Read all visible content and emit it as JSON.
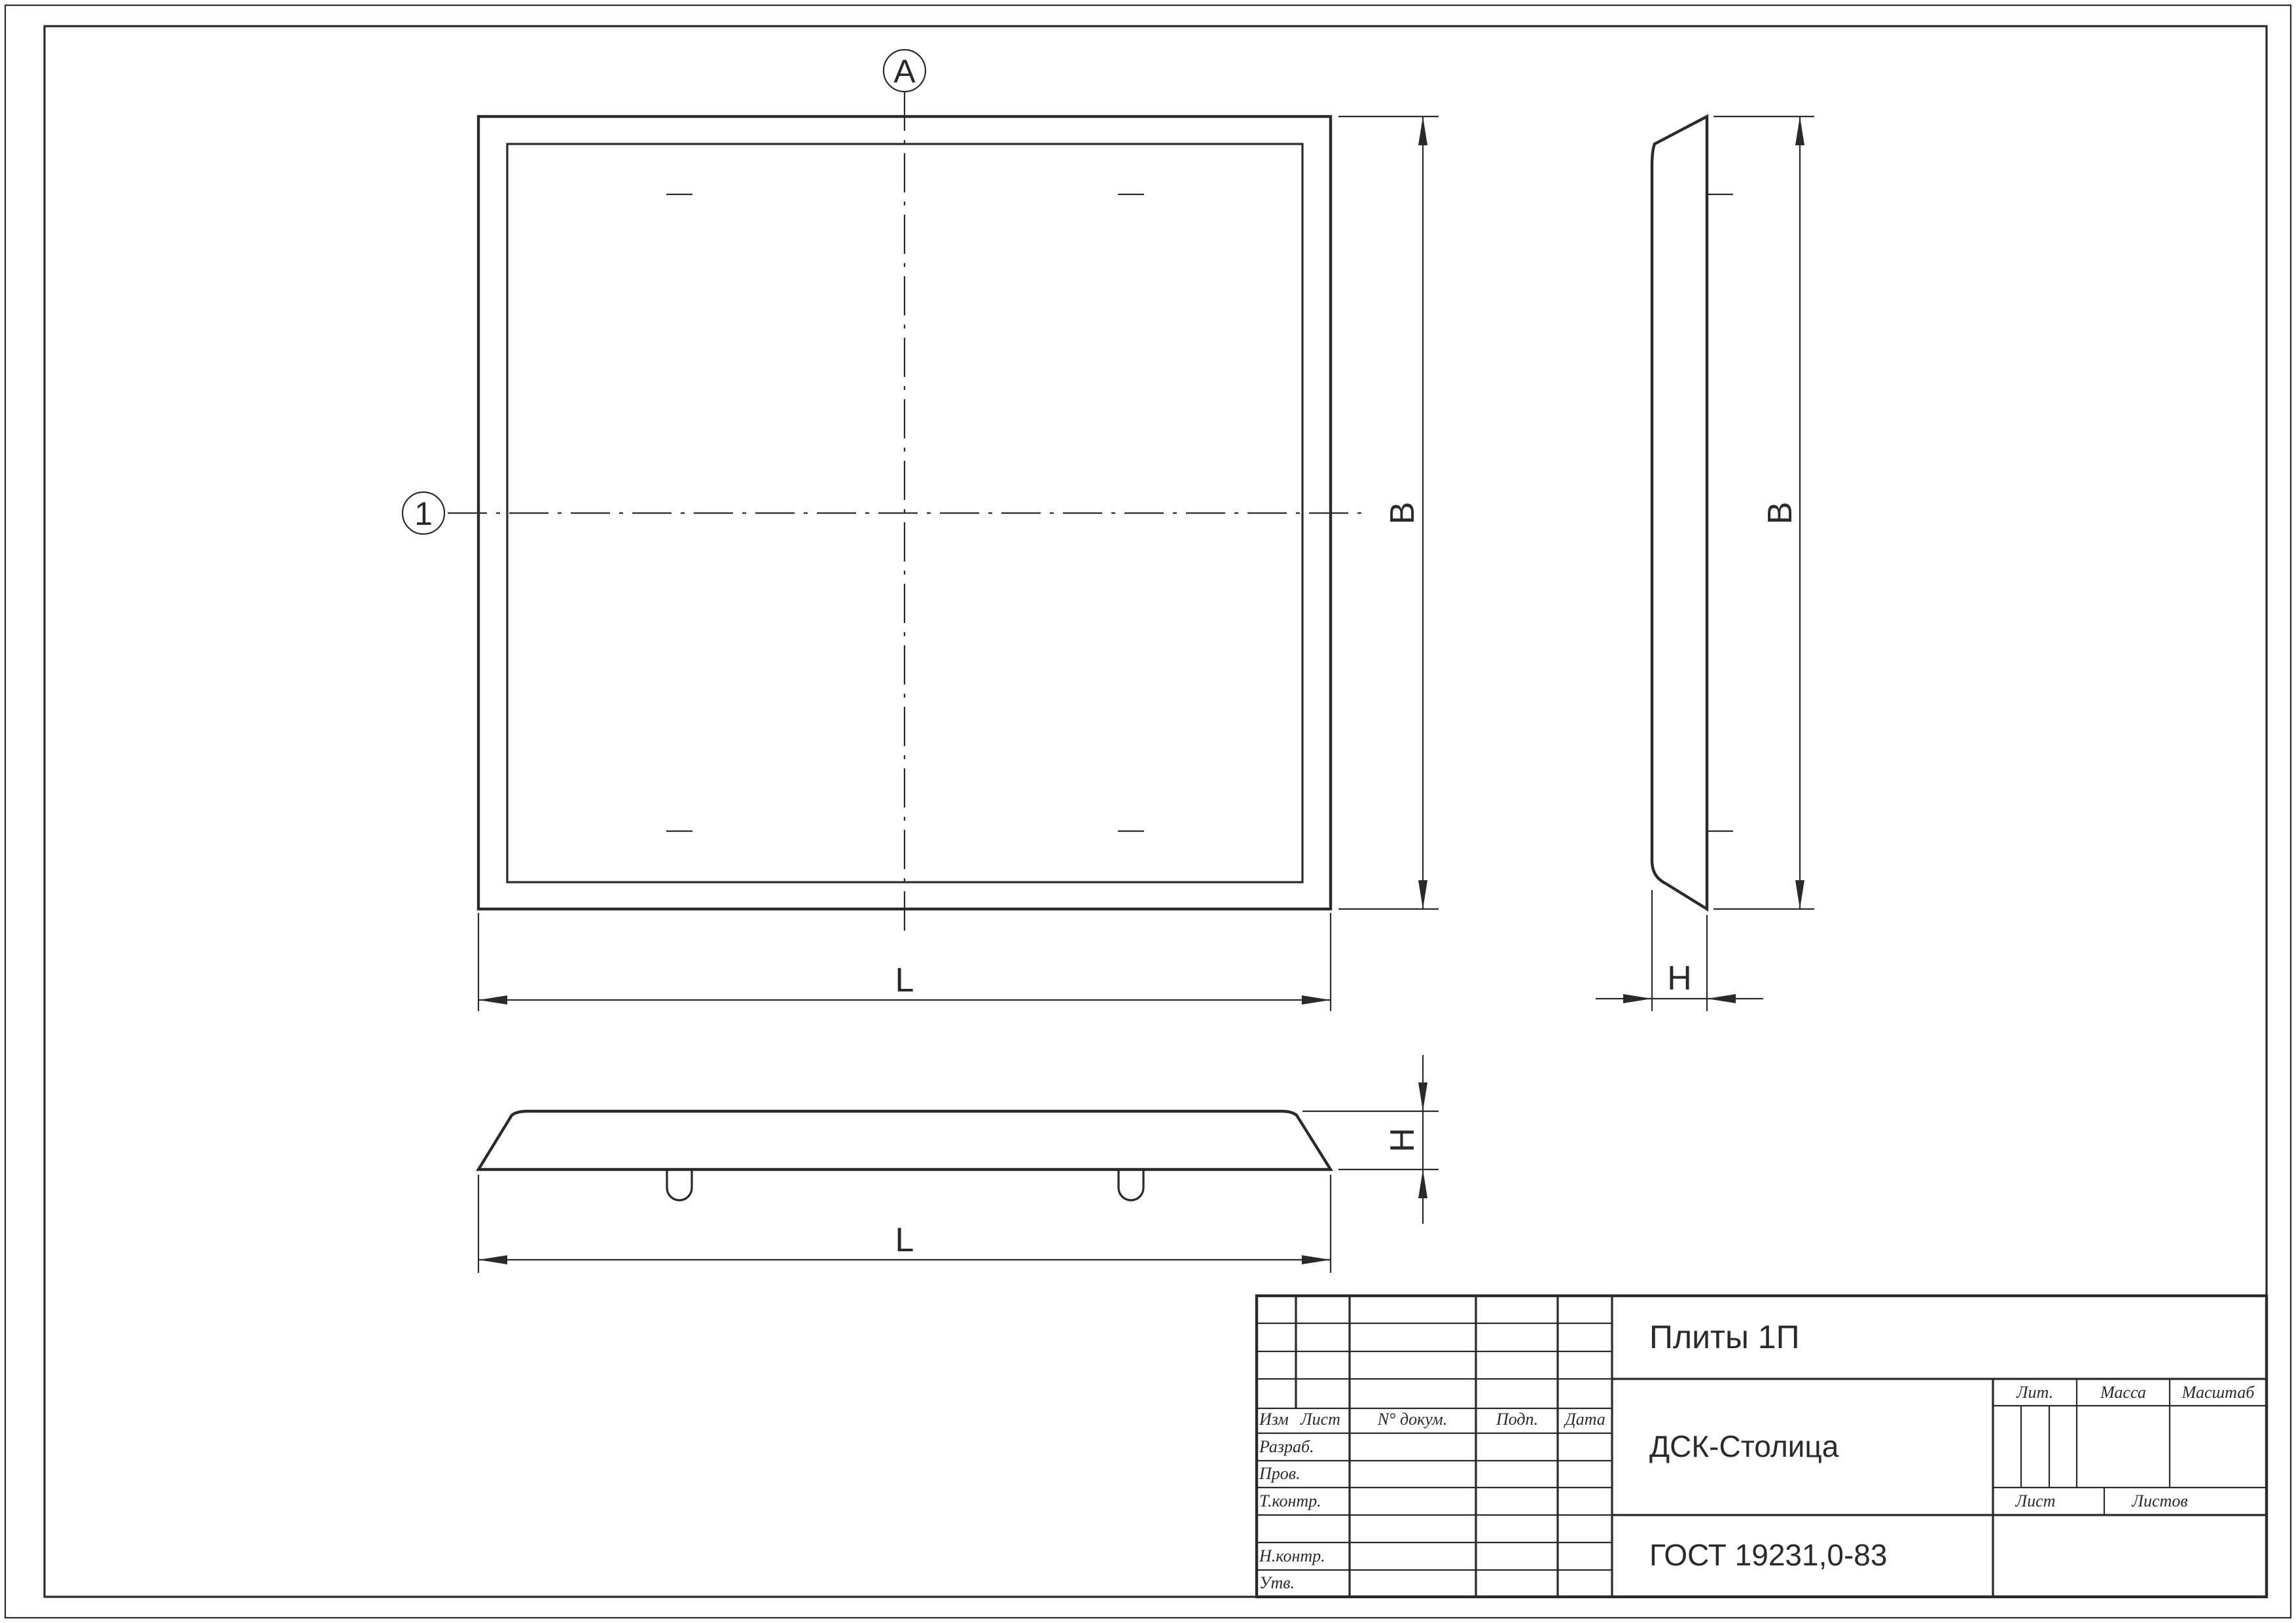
{
  "drawing": {
    "axis_labels": {
      "column": "A",
      "row": "1"
    },
    "dimensions": {
      "length": "L",
      "width": "B",
      "height": "H"
    }
  },
  "title_block": {
    "product": "Плиты 1П",
    "organization": "ДСК-Столица",
    "standard": "ГОСТ 19231,0-83",
    "columns": {
      "izm": "Изм",
      "list": "Лист",
      "doc": "N° докум.",
      "sign": "Подп.",
      "date": "Дата"
    },
    "rows": {
      "developer": "Разраб.",
      "checked": "Пров.",
      "tech_control": "Т.контр.",
      "norm_control": "Н.контр.",
      "approved": "Утв."
    },
    "meta": {
      "lit": "Лит.",
      "mass": "Масса",
      "scale": "Масштаб",
      "sheet": "Лист",
      "sheets": "Листов"
    }
  }
}
